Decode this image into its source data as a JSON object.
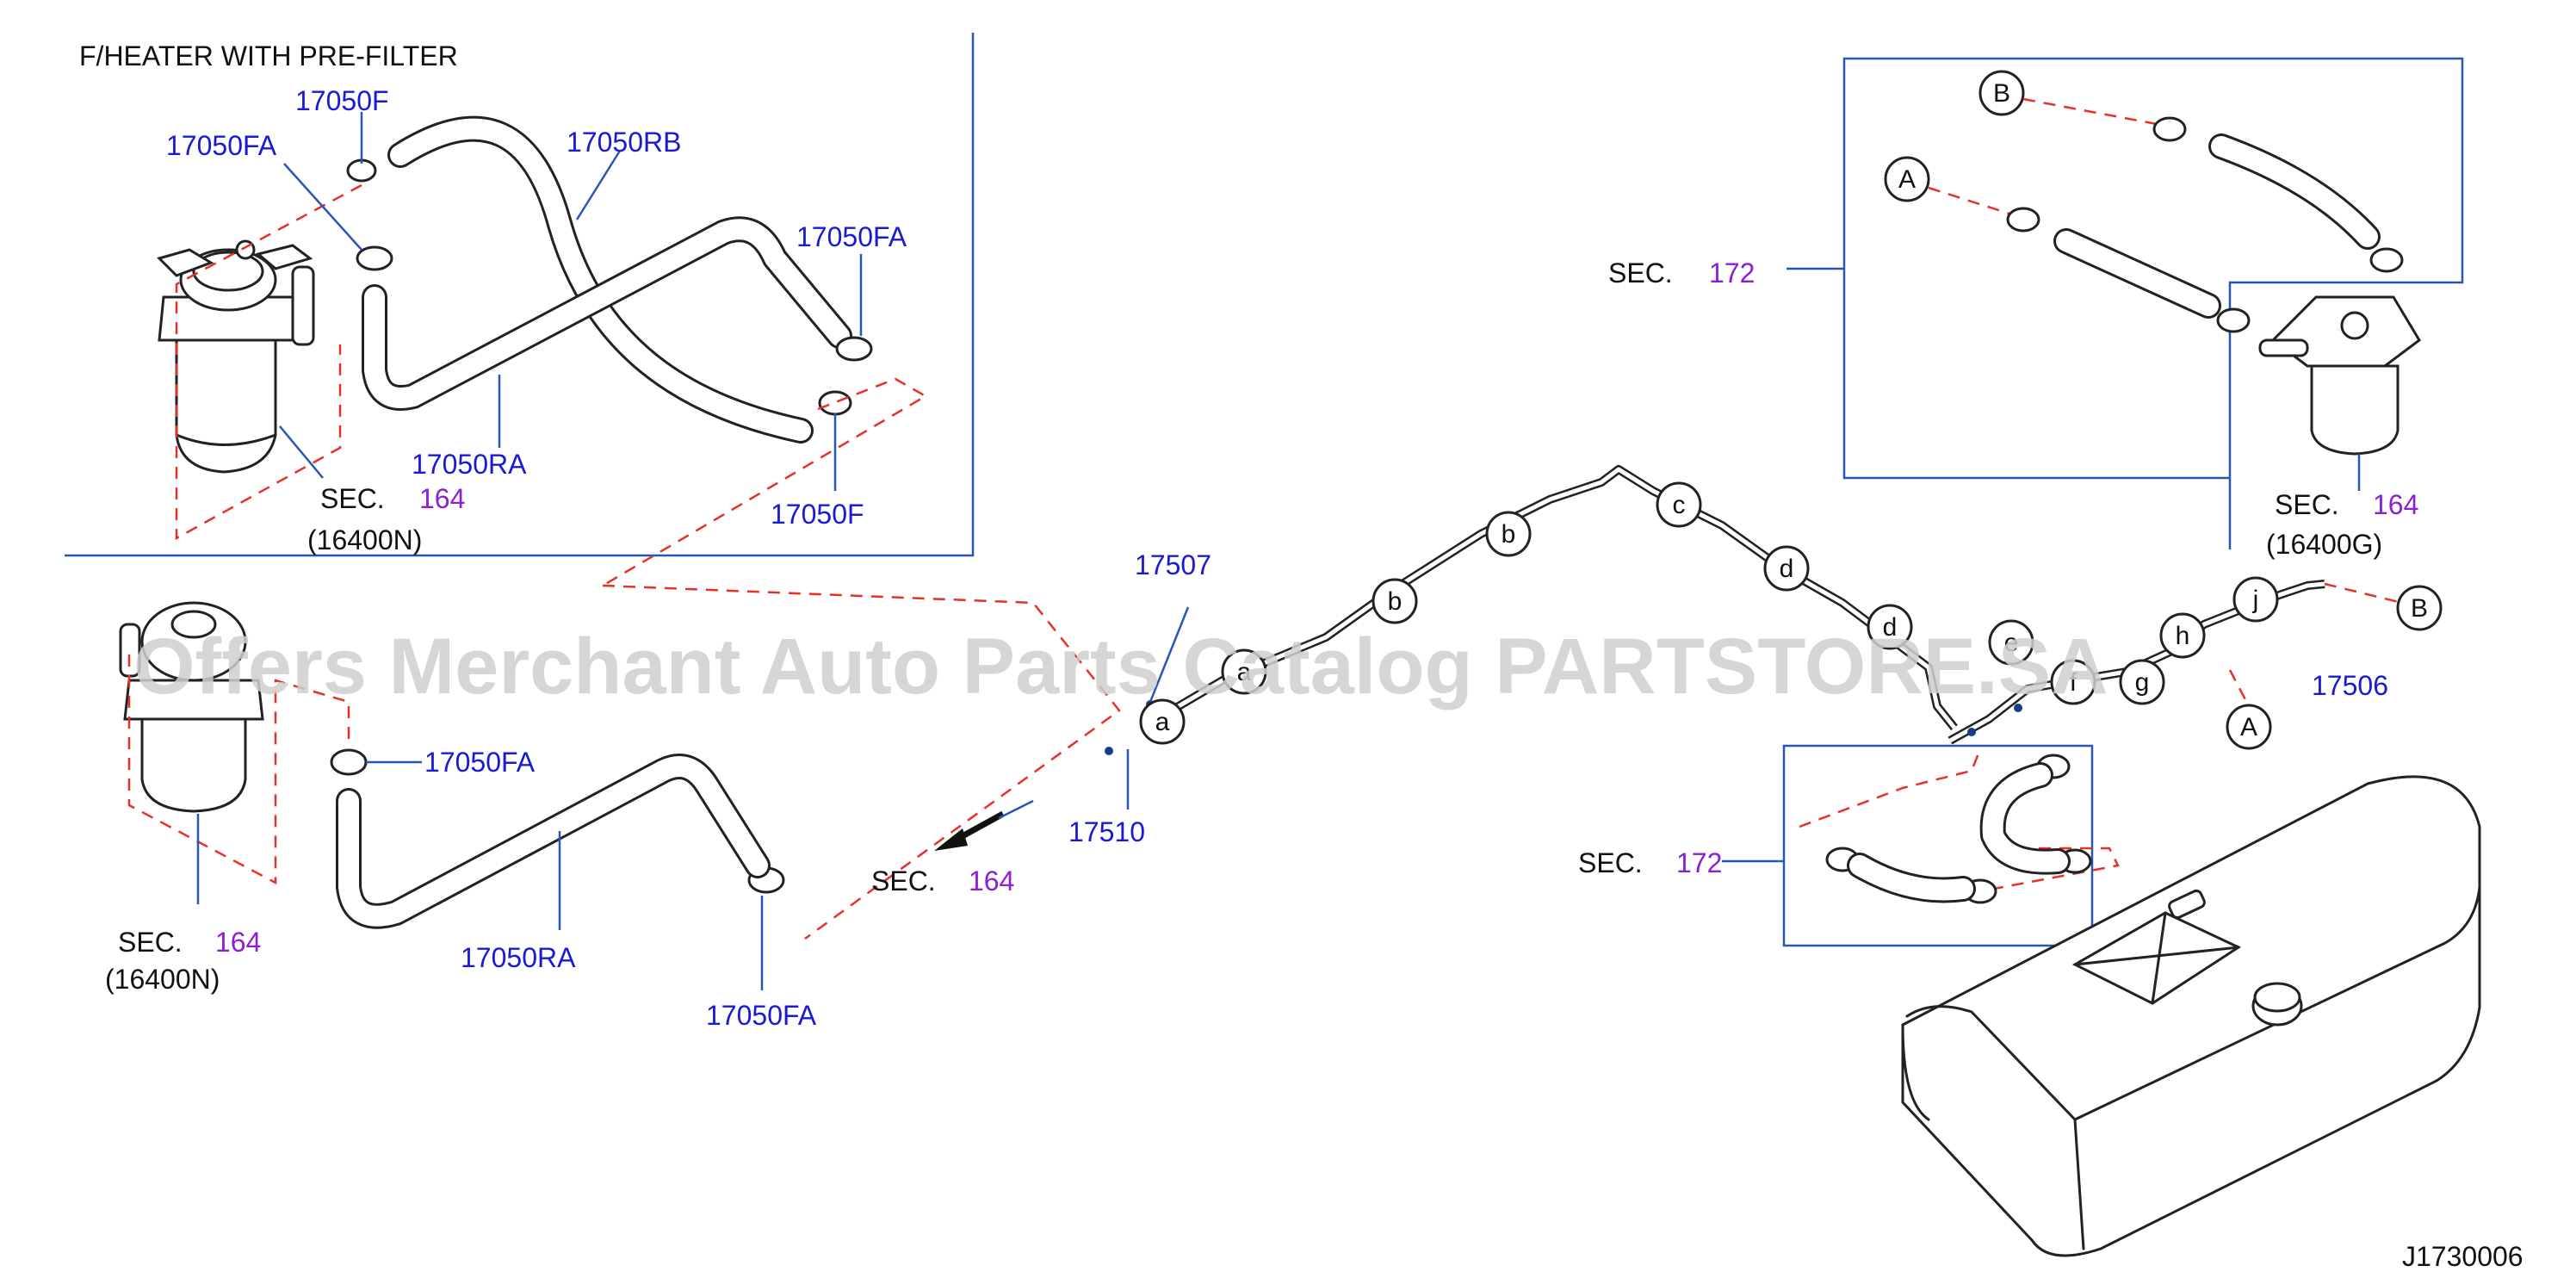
{
  "title": "F/HEATER WITH PRE-FILTER",
  "diagram_id": "J1730006",
  "watermark": "Offers Merchant Auto Parts Catalog PARTSTORE.SA",
  "sec_prefix": "SEC.",
  "sections": {
    "s164": "164",
    "s172": "172"
  },
  "parts": {
    "p17050F": "17050F",
    "p17050FA": "17050FA",
    "p17050RB": "17050RB",
    "p17050RA": "17050RA",
    "p17507": "17507",
    "p17510": "17510",
    "p17506": "17506"
  },
  "codes": {
    "c16400N": "(16400N)",
    "c16400G": "(16400G)"
  },
  "callouts": {
    "a": "a",
    "b": "b",
    "c": "c",
    "d": "d",
    "e": "e",
    "f": "f",
    "g": "g",
    "h": "h",
    "j": "j",
    "A": "A",
    "B": "B"
  },
  "colors": {
    "part_number": "#1a1ad6",
    "section_number": "#8a1fd6",
    "dashed_connector": "#e8302a",
    "leader_line": "#2a55b8"
  }
}
